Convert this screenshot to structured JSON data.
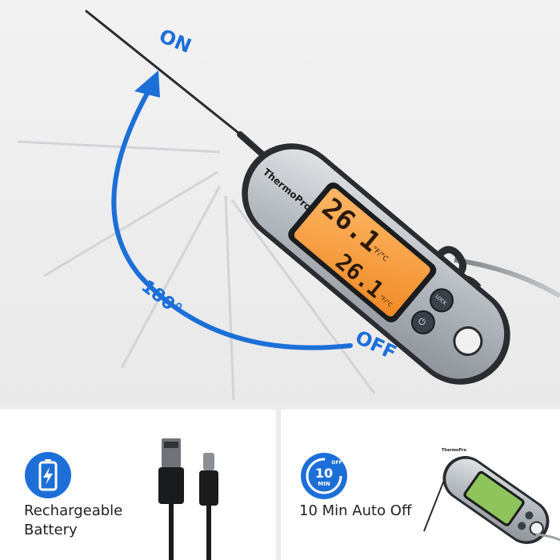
{
  "brand": "ThermoPro",
  "labels": {
    "on": "ON",
    "off": "OFF",
    "angle": "180°"
  },
  "display": {
    "top_reading": "26.1",
    "top_unit": "°F/°C",
    "bottom_reading": "26.1",
    "bottom_unit": "°F/°C"
  },
  "buttons": {
    "lock": "LOCK",
    "power": "⏻"
  },
  "features": [
    {
      "icon": "battery-icon",
      "lines": [
        "Rechargeable",
        "Battery"
      ]
    },
    {
      "icon": "timer-icon",
      "timer_value": "10",
      "timer_unit": "MIN",
      "timer_off": "OFF",
      "lines": [
        "10 Min Auto Off"
      ]
    }
  ],
  "colors": {
    "accent": "#1d6fd8",
    "lcd_orange": "#f39a3c",
    "lcd_green": "#8fc35b",
    "body_steel": "#b8bcc0",
    "body_dark": "#2a2c2f"
  }
}
